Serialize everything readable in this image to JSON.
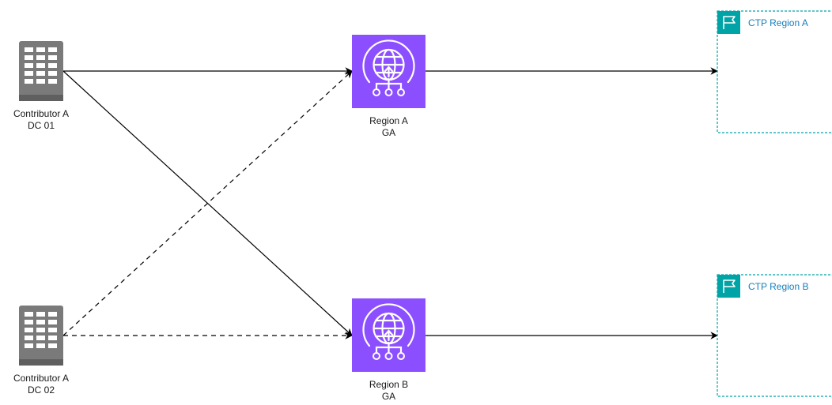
{
  "diagram": {
    "nodes": {
      "dc01": {
        "line1": "Contributor A",
        "line2": "DC 01",
        "icon": "data-center-building-icon"
      },
      "dc02": {
        "line1": "Contributor A",
        "line2": "DC 02",
        "icon": "data-center-building-icon"
      },
      "ga_a": {
        "line1": "Region A",
        "line2": "GA",
        "icon": "global-accelerator-icon"
      },
      "ga_b": {
        "line1": "Region B",
        "line2": "GA",
        "icon": "global-accelerator-icon"
      }
    },
    "groups": {
      "ctp_a": {
        "label": "CTP Region A",
        "icon": "region-flag-icon"
      },
      "ctp_b": {
        "label": "CTP Region B",
        "icon": "region-flag-icon"
      }
    },
    "edges": [
      {
        "from": "dc01",
        "to": "ga_a",
        "style": "solid"
      },
      {
        "from": "dc01",
        "to": "ga_b",
        "style": "solid"
      },
      {
        "from": "dc02",
        "to": "ga_a",
        "style": "dashed"
      },
      {
        "from": "dc02",
        "to": "ga_b",
        "style": "dashed"
      },
      {
        "from": "ga_a",
        "to": "ctp_a",
        "style": "solid"
      },
      {
        "from": "ga_b",
        "to": "ctp_b",
        "style": "solid"
      }
    ],
    "colors": {
      "building": "#7a7a7a",
      "accelerator": "#8c4fff",
      "group_border": "#00a4a6",
      "group_text": "#147eba",
      "line": "#000000"
    }
  }
}
